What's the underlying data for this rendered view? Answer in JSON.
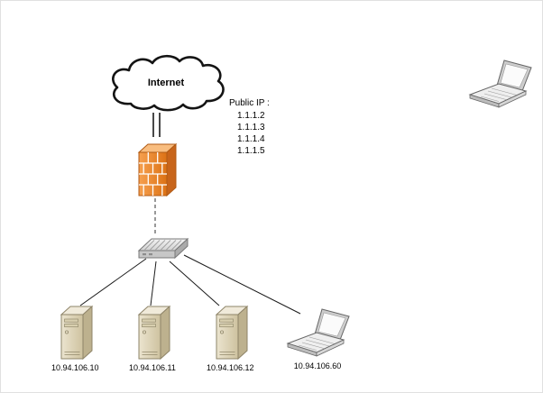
{
  "diagram": {
    "internet": {
      "label": "Internet"
    },
    "public_ip": {
      "title": "Public IP :",
      "ips": [
        "1.1.1.2",
        "1.1.1.3",
        "1.1.1.4",
        "1.1.1.5"
      ]
    },
    "servers": [
      {
        "label": "10.94.106.10"
      },
      {
        "label": "10.94.106.11"
      },
      {
        "label": "10.94.106.12"
      }
    ],
    "client_laptop": {
      "label": "10.94.106.60"
    }
  },
  "icons": {
    "cloud": "cloud-icon",
    "firewall": "firewall-icon",
    "switch": "switch-icon",
    "server": "server-icon",
    "laptop": "laptop-icon"
  },
  "colors": {
    "firewall_orange": "#E8862C",
    "firewall_orange_dark": "#C8651B",
    "server_beige": "#E0D7BD",
    "connector": "#000000",
    "background": "#FFFFFF"
  }
}
